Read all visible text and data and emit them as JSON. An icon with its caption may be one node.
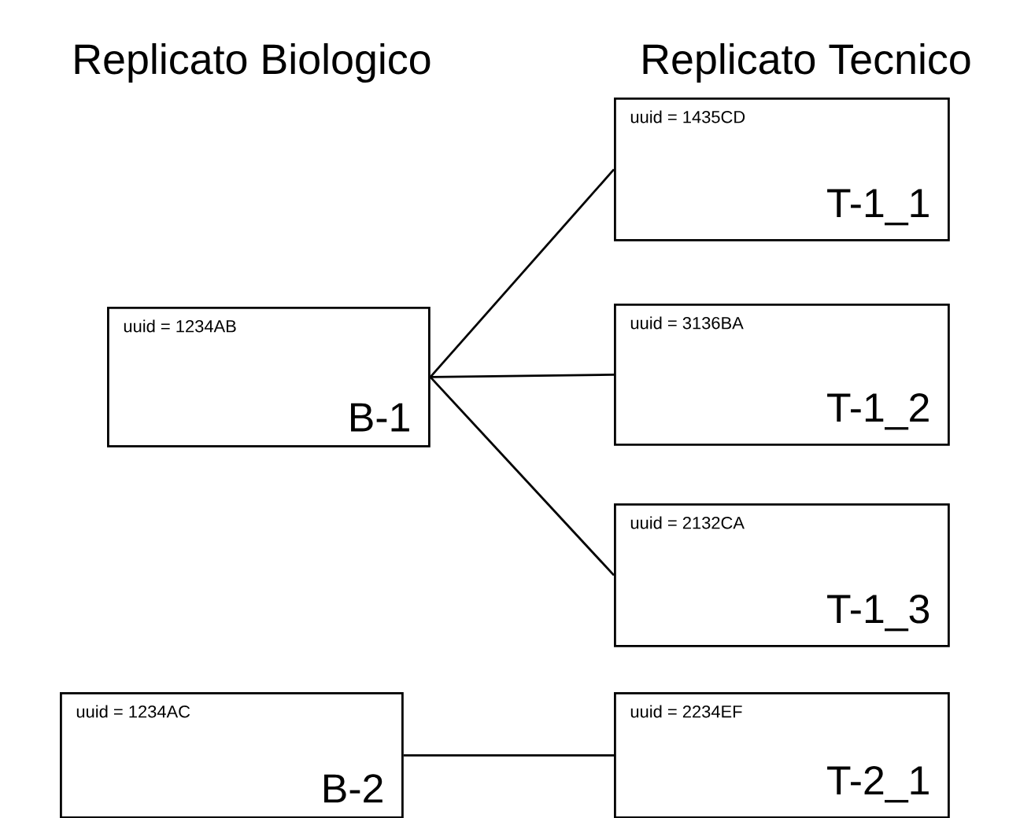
{
  "diagram": {
    "nodes": [
      {
        "text": [
          "uuid = 1234AB",
          "B-1"
        ]
      },
      {
        "text": [
          "uuid = 1435CD",
          "T-1_1"
        ]
      },
      {
        "text": [
          "uuid = 3136BA",
          "T-1_2"
        ]
      },
      {
        "text": [
          "uuid = 2132CA",
          "T-1_3"
        ]
      },
      {
        "text": [
          "uuid = 1234AC",
          "B-2"
        ]
      },
      {
        "text": [
          "uuid = 2234EF",
          "T-2_1"
        ]
      }
    ],
    "edges": [
      {
        "from": 0,
        "to": 1,
        "arrow": "none"
      },
      {
        "from": 0,
        "to": 2,
        "arrow": "none"
      },
      {
        "from": 0,
        "to": 3,
        "arrow": "none"
      },
      {
        "from": 4,
        "to": 5,
        "arrow": "none"
      }
    ],
    "labels": [
      "Replicato Biologico",
      "Replicato Tecnico"
    ]
  }
}
